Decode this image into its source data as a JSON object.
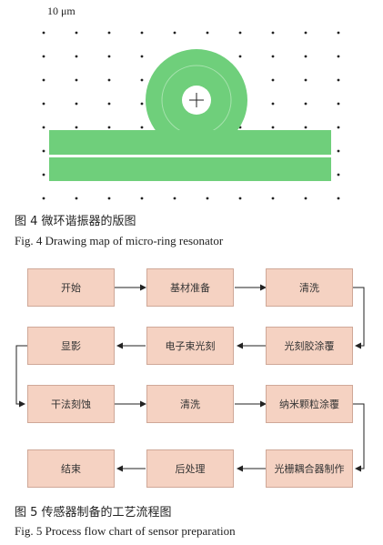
{
  "figure4": {
    "scale_label": "10 μm",
    "caption_cn": "图 4   微环谐振器的版图",
    "caption_en": "Fig. 4   Drawing map of micro-ring resonator",
    "colors": {
      "waveguide": "#6fcf7b",
      "dots": "#222222"
    }
  },
  "figure5": {
    "steps": [
      "开始",
      "基材准备",
      "清洗",
      "显影",
      "电子束光刻",
      "光刻胶涂覆",
      "干法刻蚀",
      "清洗",
      "纳米颗粒涂覆",
      "结束",
      "后处理",
      "光栅耦合器制作"
    ],
    "caption_cn": "图 5   传感器制备的工艺流程图",
    "caption_en": "Fig. 5   Process flow chart of sensor preparation",
    "colors": {
      "box_fill": "#f5d2c2",
      "box_border": "#cfa898"
    }
  }
}
